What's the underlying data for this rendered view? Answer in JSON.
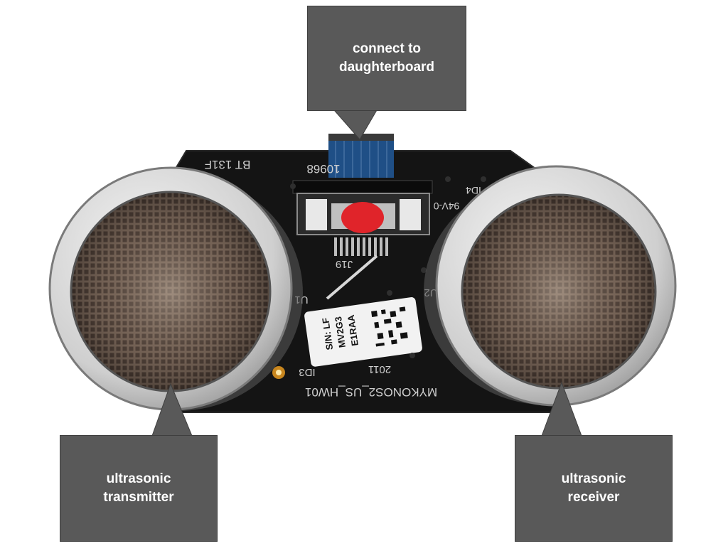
{
  "callouts": {
    "daughterboard": {
      "line1": "connect to",
      "line2": "daughterboard"
    },
    "transmitter": {
      "line1": "ultrasonic",
      "line2": "transmitter"
    },
    "receiver": {
      "line1": "ultrasonic",
      "line2": "receiver"
    }
  },
  "board": {
    "silk_top": "10968",
    "silk_top_left": "BT  131F",
    "silk_id4": "ID4",
    "silk_94v": "94V-0",
    "silk_j19": "J19",
    "silk_u1": "U1",
    "silk_u2": "U2",
    "silk_id3": "ID3",
    "silk_year": "2011",
    "silk_model": "MYKONOS2_US_HW01",
    "label_sn": "S/N: LF",
    "label_mv": "MV2G3",
    "label_e1": "E1RAA"
  },
  "colors": {
    "callout_fill": "#595959",
    "pcb": "#141414",
    "ribbon": "#1f4f86",
    "connector_tab": "#e0242a",
    "sensor_rim": "#d8d8d8"
  }
}
